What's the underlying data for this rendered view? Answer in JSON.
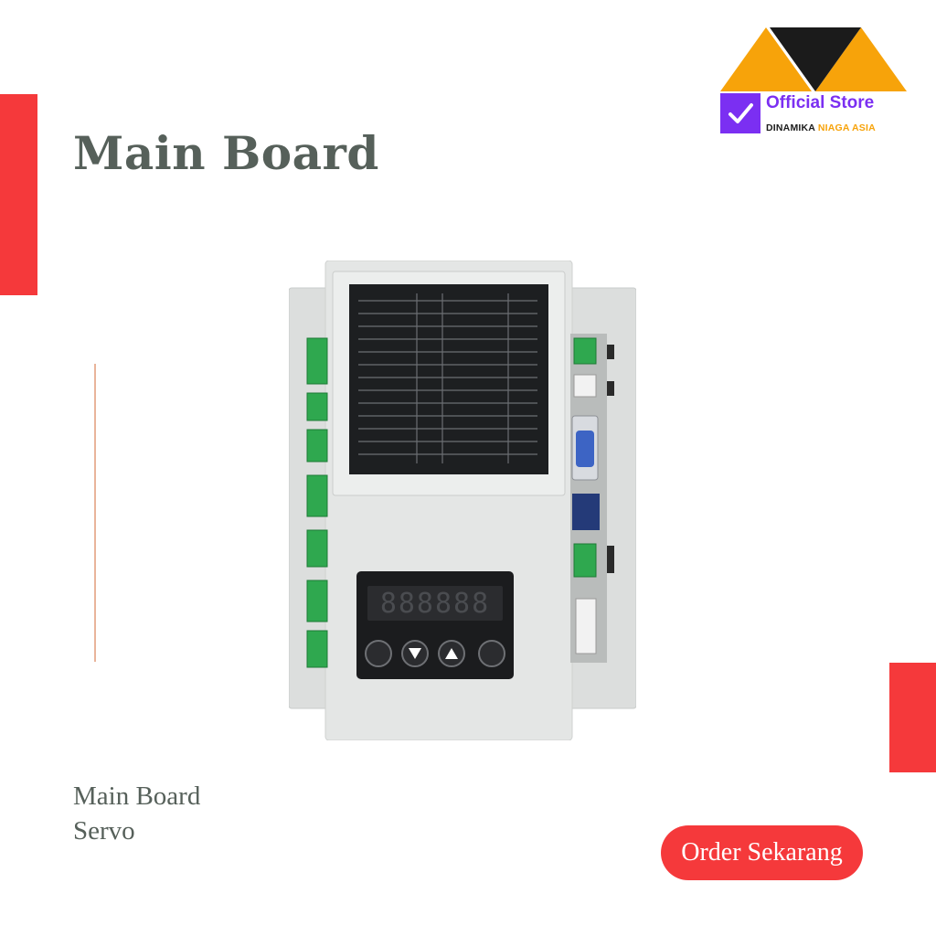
{
  "page": {
    "title": "Main Board",
    "caption_line1": "Main Board",
    "caption_line2": "Servo",
    "order_button": "Order Sekarang"
  },
  "logo": {
    "store_label": "Official Store",
    "company_part1": "DINAMIKA",
    "company_part2": "NIAGA ASIA"
  },
  "product_image": {
    "display_digits": "888888",
    "alt": "servo main board"
  },
  "colors": {
    "accent_red": "#f5393b",
    "title_gray": "#56605a",
    "logo_orange": "#f7a30a",
    "logo_purple": "#7b2ff2"
  }
}
